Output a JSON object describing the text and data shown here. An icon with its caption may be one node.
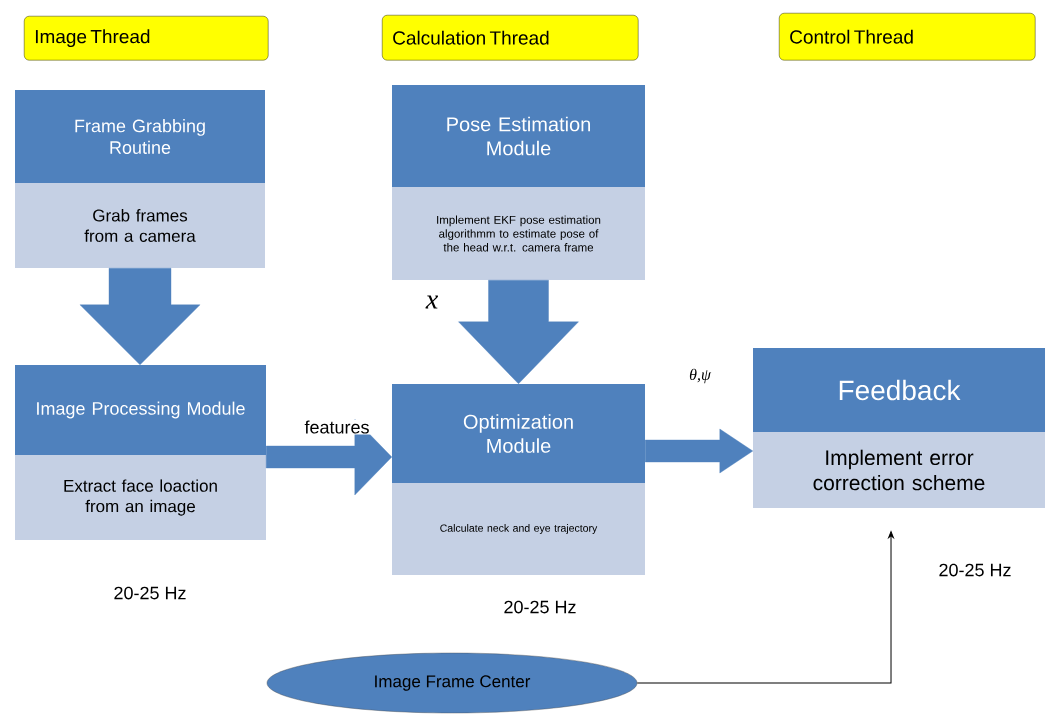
{
  "diagram": {
    "nodes": [
      {
        "text": [
          "Image Thread"
        ]
      },
      {
        "text": [
          "Calculation Thread"
        ]
      },
      {
        "text": [
          "Control Thread"
        ]
      },
      {
        "text": [
          "Frame Grabbing Routine",
          "Grab frames from a camera"
        ]
      },
      {
        "text": [
          "Pose Estimation Module",
          "Implement EKF pose estimation algorithmm to estimate pose of the head w.r.t. camera frame"
        ]
      },
      {
        "text": [
          "Image Processing Module",
          "Extract face loaction from an image"
        ],
        "beside": [
          "20-25 Hz"
        ]
      },
      {
        "text": [
          "Optimization Module",
          "Calculate neck and eye trajectory"
        ],
        "beside": [
          "20-25 Hz"
        ]
      },
      {
        "text": [
          "Feedback",
          "Implement error correction scheme"
        ],
        "beside": [
          "20-25 Hz"
        ]
      },
      {
        "text": [
          "Image Frame Center"
        ]
      }
    ],
    "edges": [
      {
        "from": 3,
        "to": 5,
        "arrow": "to",
        "style": "thick"
      },
      {
        "from": 4,
        "to": 6,
        "arrow": "to",
        "style": "thick",
        "label": "x"
      },
      {
        "from": 5,
        "to": 6,
        "arrow": "to",
        "style": "thick",
        "label": "features"
      },
      {
        "from": 6,
        "to": 7,
        "arrow": "to",
        "style": "thick",
        "label": "θ,ψ"
      },
      {
        "from": 8,
        "to": 7,
        "arrow": "to",
        "color": "#000000"
      }
    ]
  }
}
